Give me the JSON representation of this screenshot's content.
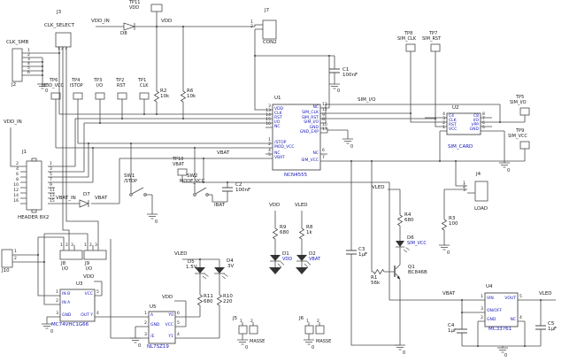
{
  "meta": {
    "description_visible": false
  },
  "colors": {
    "background": "#ffffff",
    "wire": "#4a4a4a",
    "text": "#1a1a1a",
    "pin_name_blue": "#1414b8"
  },
  "labels": [
    [
      "J3",
      64,
      12,
      "r"
    ],
    [
      "CLK_SELECT",
      50,
      27,
      "n"
    ],
    [
      "1",
      65,
      54,
      "p"
    ],
    [
      "2",
      69,
      54,
      "p"
    ],
    [
      "3",
      73,
      54,
      "p"
    ],
    [
      "CLK_SMB",
      7,
      46,
      "n"
    ],
    [
      "J2",
      13,
      94,
      "r"
    ],
    [
      "1",
      31,
      56,
      "p"
    ],
    [
      "2",
      31,
      61,
      "p"
    ],
    [
      "3",
      31,
      66,
      "p"
    ],
    [
      "4",
      31,
      71,
      "p"
    ],
    [
      "5",
      31,
      76,
      "p"
    ],
    [
      "6",
      31,
      81,
      "p"
    ],
    [
      "0",
      51,
      101,
      "g"
    ],
    [
      "TP11",
      146,
      1,
      "t"
    ],
    [
      "VDD",
      146,
      7,
      "t"
    ],
    [
      "VDD_IN",
      103,
      22,
      "n"
    ],
    [
      "D8",
      136,
      36,
      "r"
    ],
    [
      "VDD",
      182,
      22,
      "n"
    ],
    [
      "R2",
      181,
      101,
      "r"
    ],
    [
      "10k",
      181,
      107,
      "v"
    ],
    [
      "R6",
      211,
      101,
      "r"
    ],
    [
      "10k",
      211,
      107,
      "v"
    ],
    [
      "TP6",
      56,
      89,
      "t"
    ],
    [
      "MOD_VCC",
      47,
      95,
      "t"
    ],
    [
      "TP4",
      81,
      89,
      "t"
    ],
    [
      "ISTOP",
      79,
      95,
      "t"
    ],
    [
      "TP3",
      106,
      89,
      "t"
    ],
    [
      "I/O",
      109,
      95,
      "t"
    ],
    [
      "TP2",
      131,
      89,
      "t"
    ],
    [
      "RST",
      132,
      95,
      "t"
    ],
    [
      "TP1",
      156,
      89,
      "t"
    ],
    [
      "CLK",
      158,
      95,
      "t"
    ],
    [
      "J7",
      299,
      10,
      "r"
    ],
    [
      "1",
      286,
      24,
      "q"
    ],
    [
      "2",
      286,
      29,
      "q"
    ],
    [
      "CON2",
      297,
      46,
      "v"
    ],
    [
      "C1",
      387,
      77,
      "r"
    ],
    [
      "100nF",
      387,
      83,
      "v"
    ],
    [
      "0",
      381,
      101,
      "g"
    ],
    [
      "VDD_IN",
      4,
      136,
      "n"
    ],
    [
      "J1",
      25,
      170,
      "r"
    ],
    [
      "2",
      21,
      184,
      "q"
    ],
    [
      "4",
      21,
      190,
      "q"
    ],
    [
      "6",
      21,
      196,
      "q"
    ],
    [
      "8",
      21,
      202,
      "q"
    ],
    [
      "10",
      21,
      208,
      "q"
    ],
    [
      "12",
      21,
      214,
      "q"
    ],
    [
      "14",
      21,
      220,
      "q"
    ],
    [
      "16",
      21,
      226,
      "q"
    ],
    [
      "1",
      56,
      184,
      "p"
    ],
    [
      "3",
      56,
      190,
      "p"
    ],
    [
      "5",
      56,
      196,
      "p"
    ],
    [
      "7",
      56,
      202,
      "p"
    ],
    [
      "9",
      56,
      208,
      "p"
    ],
    [
      "11",
      56,
      214,
      "p"
    ],
    [
      "13",
      56,
      220,
      "p"
    ],
    [
      "15",
      56,
      226,
      "p"
    ],
    [
      "HEADER 8X2",
      20,
      244,
      "v"
    ],
    [
      "VBAT_IN",
      63,
      222,
      "n"
    ],
    [
      "D7",
      94,
      218,
      "r"
    ],
    [
      "VBAT",
      107,
      222,
      "n"
    ],
    [
      "U1",
      310,
      109,
      "r"
    ],
    [
      "NCN4555",
      321,
      196,
      "B"
    ],
    [
      "3",
      306,
      119,
      "q"
    ],
    [
      "13",
      306,
      124,
      "q"
    ],
    [
      "14",
      306,
      129,
      "q"
    ],
    [
      "15",
      306,
      134,
      "q"
    ],
    [
      "16",
      306,
      139,
      "q"
    ],
    [
      "1",
      306,
      157,
      "q"
    ],
    [
      "2",
      306,
      162,
      "q"
    ],
    [
      "4",
      306,
      169,
      "q"
    ],
    [
      "5",
      306,
      174,
      "q"
    ],
    [
      "VDD",
      310,
      122,
      "b"
    ],
    [
      "CLK",
      310,
      127,
      "b"
    ],
    [
      "RST",
      310,
      132,
      "b"
    ],
    [
      "I/O",
      310,
      137,
      "b"
    ],
    [
      "NC",
      310,
      142,
      "b"
    ],
    [
      "/STOP",
      310,
      160,
      "b"
    ],
    [
      "MOD_VCC",
      310,
      165,
      "b"
    ],
    [
      "NC",
      310,
      172,
      "b"
    ],
    [
      "VBAT",
      310,
      177,
      "b"
    ],
    [
      "NC",
      360,
      120,
      "c"
    ],
    [
      "SIM_CLK",
      360,
      126,
      "c"
    ],
    [
      "SIM_RST",
      360,
      132,
      "c"
    ],
    [
      "SIM_I/O",
      360,
      137,
      "c"
    ],
    [
      "GND",
      360,
      143,
      "c"
    ],
    [
      "GND_EXP",
      360,
      148,
      "c"
    ],
    [
      "NC",
      360,
      172,
      "c"
    ],
    [
      "SIM_VCC",
      360,
      180,
      "c"
    ],
    [
      "12",
      364,
      117,
      "p"
    ],
    [
      "11",
      364,
      123,
      "p"
    ],
    [
      "9",
      364,
      129,
      "p"
    ],
    [
      "8",
      364,
      134,
      "p"
    ],
    [
      "10",
      364,
      140,
      "p"
    ],
    [
      "17",
      364,
      145,
      "p"
    ],
    [
      "6",
      364,
      169,
      "p"
    ],
    [
      "7",
      364,
      177,
      "p"
    ],
    [
      "0",
      396,
      164,
      "g"
    ],
    [
      "SIM_I/O",
      404,
      111,
      "n"
    ],
    [
      "VBAT",
      245,
      171,
      "n"
    ],
    [
      "TP8",
      457,
      36,
      "t"
    ],
    [
      "SIM_CLK",
      449,
      42,
      "t"
    ],
    [
      "TP7",
      485,
      36,
      "t"
    ],
    [
      "SIM_RST",
      477,
      42,
      "t"
    ],
    [
      "TP5",
      583,
      108,
      "t"
    ],
    [
      "SIM_I/O",
      576,
      114,
      "t"
    ],
    [
      "TP9",
      583,
      146,
      "t"
    ],
    [
      "SIM_VCC",
      574,
      152,
      "t"
    ],
    [
      "U2",
      511,
      120,
      "r"
    ],
    [
      "SIM_CARD",
      506,
      164,
      "B"
    ],
    [
      "4",
      503,
      128,
      "q"
    ],
    [
      "3",
      503,
      133,
      "q"
    ],
    [
      "2",
      503,
      138,
      "q"
    ],
    [
      "1",
      503,
      143,
      "q"
    ],
    [
      "C4",
      507,
      130,
      "b"
    ],
    [
      "CLK",
      507,
      135,
      "b"
    ],
    [
      "RST",
      507,
      140,
      "b"
    ],
    [
      "VCC",
      507,
      145,
      "b"
    ],
    [
      "C8",
      541,
      130,
      "c"
    ],
    [
      "I/O",
      541,
      135,
      "c"
    ],
    [
      "VPP",
      541,
      140,
      "c"
    ],
    [
      "GND",
      541,
      145,
      "c"
    ],
    [
      "8",
      545,
      128,
      "p"
    ],
    [
      "7",
      545,
      133,
      "p"
    ],
    [
      "6",
      545,
      138,
      "p"
    ],
    [
      "5",
      545,
      143,
      "p"
    ],
    [
      "0",
      573,
      191,
      "g"
    ],
    [
      "J4",
      538,
      195,
      "r"
    ],
    [
      "1",
      526,
      206,
      "q"
    ],
    [
      "2",
      526,
      210,
      "q"
    ],
    [
      "3",
      526,
      214,
      "q"
    ],
    [
      "LOAD",
      536,
      234,
      "n"
    ],
    [
      "R3",
      507,
      245,
      "r"
    ],
    [
      "100",
      507,
      251,
      "v"
    ],
    [
      "0",
      505,
      284,
      "g"
    ],
    [
      "VLED",
      420,
      210,
      "n"
    ],
    [
      "R4",
      457,
      241,
      "r"
    ],
    [
      "680",
      457,
      247,
      "v"
    ],
    [
      "D6",
      460,
      267,
      "r"
    ],
    [
      "SIM_VCC",
      460,
      273,
      "m"
    ],
    [
      "Q1",
      461,
      300,
      "r"
    ],
    [
      "BC846B",
      461,
      306,
      "v"
    ],
    [
      "R1",
      419,
      312,
      "r"
    ],
    [
      "56k",
      419,
      318,
      "v"
    ],
    [
      "C3",
      405,
      280,
      "r"
    ],
    [
      "1µF",
      405,
      286,
      "v"
    ],
    [
      "0",
      455,
      397,
      "g"
    ],
    [
      "VDD",
      304,
      230,
      "n"
    ],
    [
      "VLED",
      333,
      230,
      "n"
    ],
    [
      "R9",
      316,
      255,
      "r"
    ],
    [
      "680",
      316,
      261,
      "v"
    ],
    [
      "R8",
      346,
      255,
      "r"
    ],
    [
      "1k",
      346,
      261,
      "v"
    ],
    [
      "D1",
      319,
      285,
      "r"
    ],
    [
      "VDD",
      319,
      291,
      "m"
    ],
    [
      "D2",
      349,
      285,
      "r"
    ],
    [
      "VBAT",
      349,
      291,
      "m"
    ],
    [
      "SW1",
      140,
      197,
      "r"
    ],
    [
      "/STOP",
      140,
      203,
      "t"
    ],
    [
      "TP10",
      195,
      178,
      "t"
    ],
    [
      "VBAT",
      195,
      184,
      "t"
    ],
    [
      "SW2",
      211,
      197,
      "r"
    ],
    [
      "MODE_VCC",
      203,
      203,
      "t"
    ],
    [
      "C2",
      266,
      207,
      "r"
    ],
    [
      "100nF",
      266,
      213,
      "v"
    ],
    [
      "IBAT",
      242,
      230,
      "n"
    ],
    [
      "0",
      175,
      249,
      "g"
    ],
    [
      "J8",
      69,
      296,
      "r"
    ],
    [
      "I/O",
      70,
      302,
      "t"
    ],
    [
      "J9",
      96,
      296,
      "r"
    ],
    [
      "I/O",
      97,
      302,
      "t"
    ],
    [
      "1",
      68,
      276,
      "p"
    ],
    [
      "2",
      74,
      276,
      "p"
    ],
    [
      "3",
      80,
      276,
      "p"
    ],
    [
      "1",
      95,
      276,
      "p"
    ],
    [
      "2",
      101,
      276,
      "p"
    ],
    [
      "3",
      107,
      276,
      "p"
    ],
    [
      "J10",
      2,
      304,
      "r"
    ],
    [
      "1",
      16,
      283,
      "p"
    ],
    [
      "2",
      16,
      291,
      "p"
    ],
    [
      "VDD",
      94,
      311,
      "n"
    ],
    [
      "U3",
      86,
      319,
      "r"
    ],
    [
      "MC74VHC1G66",
      58,
      365,
      "B"
    ],
    [
      "1",
      66,
      329,
      "q"
    ],
    [
      "2",
      66,
      339,
      "q"
    ],
    [
      "3",
      66,
      353,
      "q"
    ],
    [
      "IN B",
      70,
      331,
      "b"
    ],
    [
      "IN A",
      70,
      341,
      "b"
    ],
    [
      "GND",
      70,
      355,
      "b"
    ],
    [
      "VCC",
      105,
      331,
      "c"
    ],
    [
      "OUT Y",
      105,
      355,
      "c"
    ],
    [
      "5",
      109,
      329,
      "p"
    ],
    [
      "4",
      109,
      353,
      "p"
    ],
    [
      "0",
      57,
      373,
      "g"
    ],
    [
      "VLED",
      197,
      285,
      "n"
    ],
    [
      "D5",
      212,
      294,
      "r"
    ],
    [
      "1.5V",
      210,
      300,
      "v"
    ],
    [
      "D4",
      256,
      293,
      "r"
    ],
    [
      "3V",
      257,
      299,
      "v"
    ],
    [
      "R11",
      230,
      333,
      "r"
    ],
    [
      "680",
      230,
      339,
      "v"
    ],
    [
      "R10",
      252,
      333,
      "r"
    ],
    [
      "220",
      252,
      339,
      "v"
    ],
    [
      "VDD",
      183,
      334,
      "n"
    ],
    [
      "U5",
      169,
      345,
      "r"
    ],
    [
      "NL7SZ19",
      166,
      390,
      "B"
    ],
    [
      "1",
      166,
      353,
      "q"
    ],
    [
      "2",
      166,
      364,
      "q"
    ],
    [
      "3",
      166,
      377,
      "q"
    ],
    [
      "A",
      170,
      355,
      "b"
    ],
    [
      "GND",
      170,
      366,
      "b"
    ],
    [
      "/E",
      170,
      379,
      "b"
    ],
    [
      "Y0",
      196,
      355,
      "c"
    ],
    [
      "VCC",
      196,
      366,
      "c"
    ],
    [
      "Y1",
      196,
      379,
      "c"
    ],
    [
      "6",
      200,
      353,
      "p"
    ],
    [
      "5",
      200,
      364,
      "p"
    ],
    [
      "4",
      200,
      377,
      "p"
    ],
    [
      "0",
      156,
      389,
      "g"
    ],
    [
      "J5",
      263,
      358,
      "r"
    ],
    [
      "1",
      271,
      362,
      "p"
    ],
    [
      "2",
      283,
      362,
      "p"
    ],
    [
      "MASSE",
      282,
      384,
      "t"
    ],
    [
      "0",
      277,
      391,
      "g"
    ],
    [
      "J6",
      338,
      358,
      "r"
    ],
    [
      "1",
      346,
      362,
      "p"
    ],
    [
      "2",
      358,
      362,
      "p"
    ],
    [
      "MASSE",
      357,
      384,
      "t"
    ],
    [
      "0",
      352,
      391,
      "g"
    ],
    [
      "VBAT",
      500,
      330,
      "n"
    ],
    [
      "U4",
      549,
      322,
      "r"
    ],
    [
      "MC33761",
      552,
      370,
      "B"
    ],
    [
      "1",
      546,
      334,
      "q"
    ],
    [
      "3",
      546,
      348,
      "q"
    ],
    [
      "2",
      546,
      358,
      "q"
    ],
    [
      "VIN",
      550,
      336,
      "b"
    ],
    [
      "ON/OFF",
      550,
      350,
      "b"
    ],
    [
      "GND",
      550,
      360,
      "b"
    ],
    [
      "VOUT",
      583,
      336,
      "c"
    ],
    [
      "NC",
      583,
      360,
      "c"
    ],
    [
      "5",
      587,
      334,
      "p"
    ],
    [
      "4",
      587,
      358,
      "p"
    ],
    [
      "VLED",
      609,
      330,
      "n"
    ],
    [
      "C4",
      506,
      366,
      "r"
    ],
    [
      "1µF",
      506,
      372,
      "v"
    ],
    [
      "C5",
      619,
      364,
      "r"
    ],
    [
      "1µF",
      619,
      370,
      "v"
    ],
    [
      "0",
      570,
      400,
      "g"
    ]
  ]
}
